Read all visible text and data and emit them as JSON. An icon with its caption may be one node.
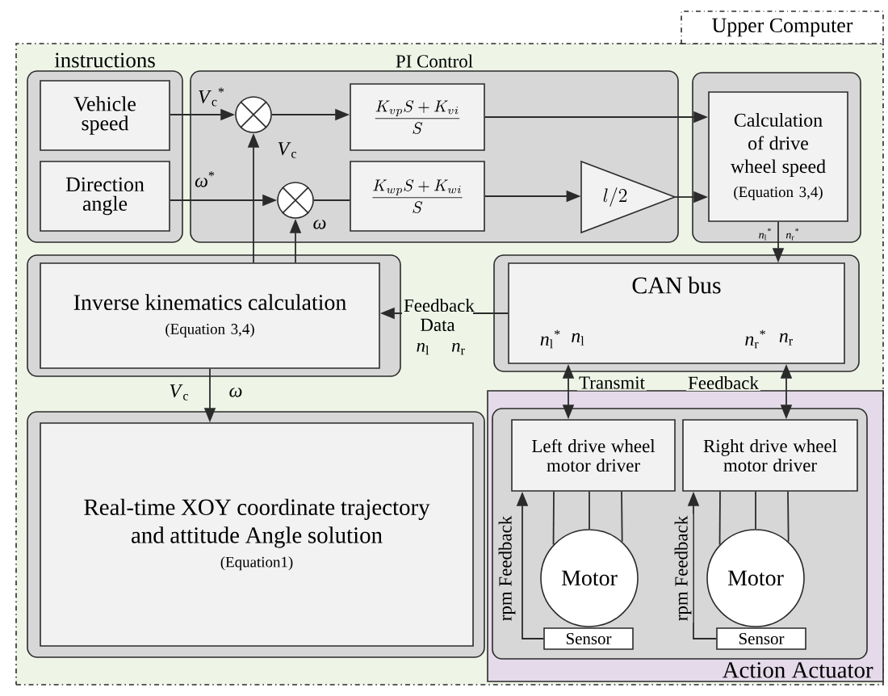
{
  "diagram": {
    "nodes": [
      {
        "text": [
          "Upper Computer"
        ]
      },
      {
        "text": [
          "instructions"
        ],
        "in": 0
      },
      {
        "text": [
          "Vehicle speed"
        ],
        "in": 1
      },
      {
        "text": [
          "Direction angle"
        ],
        "in": 1
      },
      {
        "text": [
          "PI Control"
        ],
        "in": 0
      },
      {
        "text": [],
        "shape": "circle",
        "in": 4
      },
      {
        "text": [],
        "shape": "circle",
        "in": 4
      },
      {
        "text": [
          "\\frac{K_{vp}S+K_{vi}}{S}"
        ],
        "in": 4
      },
      {
        "text": [
          "\\frac{K_{wp}S+K_{wi}}{S}"
        ],
        "in": 4
      },
      {
        "text": [
          "l/2"
        ],
        "in": 4
      },
      {
        "text": [],
        "shape": "box",
        "in": 0
      },
      {
        "text": [
          "Calculation of drive wheel speed",
          "(Equation 3,4)"
        ],
        "in": 10
      },
      {
        "text": [],
        "shape": "box",
        "in": 0
      },
      {
        "text": [
          "Inverse kinematics calculation",
          "(Equation 3,4)"
        ],
        "in": 12
      },
      {
        "text": [],
        "shape": "box",
        "in": 0
      },
      {
        "text": [
          "CAN bus"
        ],
        "in": 14
      },
      {
        "text": [],
        "shape": "box",
        "in": 0
      },
      {
        "text": [
          "Real-time XOY coordinate trajectory and attitude Angle solution",
          "(Equation1)"
        ],
        "in": 16
      },
      {
        "text": [
          "Action Actuator"
        ],
        "in": 0
      },
      {
        "text": [],
        "shape": "box",
        "in": 18
      },
      {
        "text": [
          "Left drive wheel motor driver"
        ],
        "in": 19
      },
      {
        "text": [
          "Right drive wheel motor driver"
        ],
        "in": 19
      },
      {
        "text": [
          "Motor"
        ],
        "in": 19
      },
      {
        "text": [
          "Sensor"
        ],
        "in": 19
      },
      {
        "text": [
          "Motor"
        ],
        "in": 19
      },
      {
        "text": [
          "Sensor"
        ],
        "in": 19
      }
    ],
    "edges": [
      {
        "from": 2,
        "to": 5,
        "arrow": "to",
        "label": "*V*$_{c}$$^{*}$"
      },
      {
        "from": 5,
        "to": 7,
        "arrow": "to"
      },
      {
        "from": 3,
        "to": 6,
        "arrow": "to",
        "label": "*ω*$^{*}$"
      },
      {
        "from": 6,
        "to": 8,
        "arrow": "none"
      },
      {
        "from": 8,
        "to": 9,
        "arrow": "to"
      },
      {
        "from": 7,
        "to": 11,
        "arrow": "to"
      },
      {
        "from": 9,
        "to": 11,
        "arrow": "to"
      },
      {
        "from": 13,
        "to": 5,
        "arrow": "to",
        "label": "*V*$_{c}$"
      },
      {
        "from": 13,
        "to": 6,
        "arrow": "to",
        "label": "*ω*"
      },
      {
        "from": 11,
        "to": 15,
        "arrow": "to"
      },
      {
        "from": 15,
        "to": 13,
        "arrow": "to",
        "label": "Feedback Data"
      },
      {
        "from": 13,
        "to": 17,
        "arrow": "to"
      },
      {
        "from": 15,
        "to": 20,
        "arrow": "both",
        "label": "Transmit"
      },
      {
        "from": 15,
        "to": 21,
        "arrow": "both",
        "label": "Feedback"
      },
      {
        "from": 20,
        "to": 22,
        "arrow": "none"
      },
      {
        "from": 20,
        "to": 22,
        "arrow": "none"
      },
      {
        "from": 20,
        "to": 22,
        "arrow": "none"
      },
      {
        "from": 21,
        "to": 24,
        "arrow": "none"
      },
      {
        "from": 21,
        "to": 24,
        "arrow": "none"
      },
      {
        "from": 21,
        "to": 24,
        "arrow": "none"
      },
      {
        "from": 23,
        "to": 20,
        "arrow": "to",
        "label": "rpm Feedback"
      },
      {
        "from": 25,
        "to": 21,
        "arrow": "to",
        "label": "rpm Feedback"
      }
    ],
    "labels": [
      "*n*$_{l}$$^{*}$",
      "*n*$_{r}$$^{*}$",
      "*n*$_{l}$$^{*}$",
      "*n*$_{l}$",
      "*n*$_{r}$$^{*}$",
      "*n*$_{r}$",
      "*n*$_{l}$",
      "*n*$_{r}$",
      "*V*$_{c}$",
      "*ω*"
    ]
  }
}
